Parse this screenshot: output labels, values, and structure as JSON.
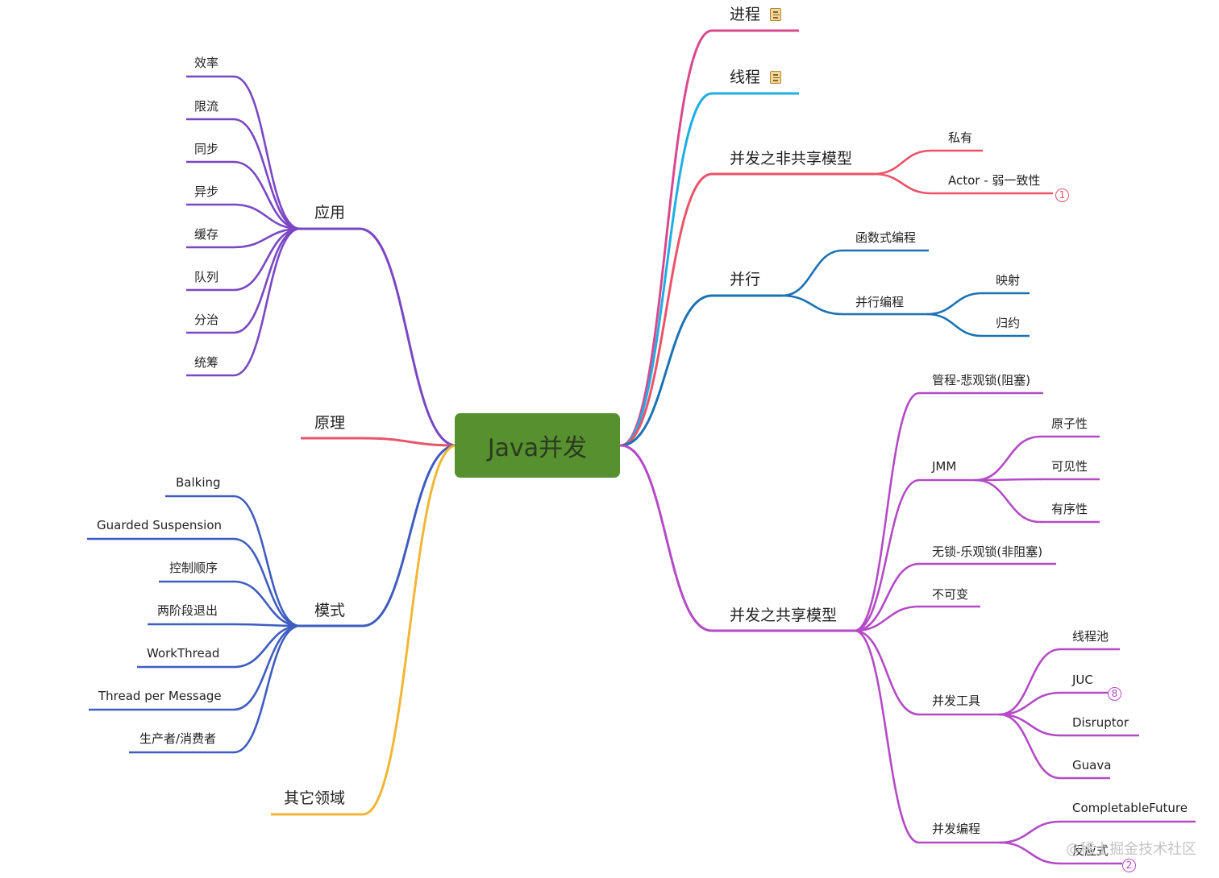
{
  "root": {
    "label": "Java并发",
    "color": "#57902f"
  },
  "branches": {
    "application": {
      "label": "应用",
      "color": "#7a47c4",
      "children": [
        "效率",
        "限流",
        "同步",
        "异步",
        "缓存",
        "队列",
        "分治",
        "统筹"
      ]
    },
    "principle": {
      "label": "原理",
      "color": "#e8556b"
    },
    "patterns": {
      "label": "模式",
      "color": "#3f5cc0",
      "children": [
        "Balking",
        "Guarded Suspension",
        "控制顺序",
        "两阶段退出",
        "WorkThread",
        "Thread per Message",
        "生产者/消费者"
      ]
    },
    "other": {
      "label": "其它领域",
      "color": "#f2b635"
    },
    "process": {
      "label": "进程",
      "color": "#d9488f",
      "has_note": true
    },
    "thread": {
      "label": "线程",
      "color": "#1faee3",
      "has_note": true
    },
    "non_shared": {
      "label": "并发之非共享模型",
      "color": "#ec5368",
      "children": [
        "私有",
        "Actor - 弱一致性"
      ],
      "badge": "1"
    },
    "parallel": {
      "label": "并行",
      "color": "#1c73b4",
      "functional": "函数式编程",
      "parallel_programming": {
        "label": "并行编程",
        "children": [
          "映射",
          "归约"
        ]
      }
    },
    "shared": {
      "label": "并发之共享模型",
      "color": "#b44ac6",
      "monitor": "管程-悲观锁(阻塞)",
      "jmm": {
        "label": "JMM",
        "children": [
          "原子性",
          "可见性",
          "有序性"
        ]
      },
      "lockfree": "无锁-乐观锁(非阻塞)",
      "immutable": "不可变",
      "tools": {
        "label": "并发工具",
        "children": [
          "线程池",
          "JUC",
          "Disruptor",
          "Guava"
        ],
        "juc_badge": "8"
      },
      "programming": {
        "label": "并发编程",
        "children": [
          "CompletableFuture",
          "反应式"
        ],
        "reactive_badge": "2"
      }
    }
  },
  "watermark": "@稀土掘金技术社区"
}
